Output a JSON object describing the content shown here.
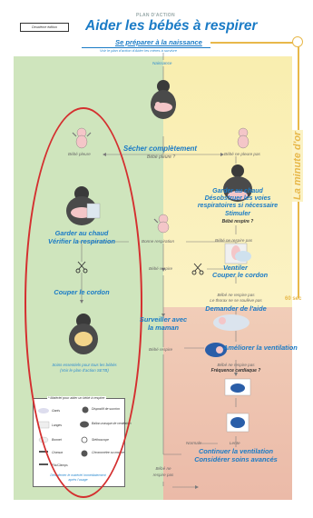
{
  "header": {
    "edition": "Deuxième édition",
    "plan_label": "PLAN D'ACTION",
    "title": "Aider les bébés à respirer"
  },
  "top": {
    "prepare": "Se préparer à la naissance",
    "see_plan": "Voir le plan d'action d'Aider les mères à survivre",
    "naissance": "Naissance"
  },
  "steps": {
    "secher": "Sécher complètement",
    "bebe_pleure_q": "Bébé pleure ?",
    "bebe_pleure": "Bébé pleure",
    "bebe_ne_pleure_pas": "Bébé ne pleure pas",
    "garder1_l1": "Garder au chaud",
    "garder1_l2": "Désobstruer les voies",
    "garder1_l3": "respiratoires si nécessaire",
    "garder1_l4": "Stimuler",
    "bebe_respire_q": "Bébé respire ?",
    "garder2_l1": "Garder au chaud",
    "garder2_l2": "Vérifier la respiration",
    "bonne_respiration": "Bonne respiration",
    "bebe_ne_respire_pas": "Bébé ne respire pas",
    "couper": "Couper le cordon",
    "bebe_respire": "Bébé respire",
    "ventiler_l1": "Ventiler",
    "ventiler_l2": "Couper le cordon",
    "thorax_l1": "Bébé ne respire pas",
    "thorax_l2": "Le thorax ne se soulève pas",
    "demander": "Demander de l'aide",
    "surveiller_l1": "Surveiller avec",
    "surveiller_l2": "la maman",
    "soins_l1": "Soins essentiels pour tous les bébés",
    "soins_l2": "(Voir le plan d'action SETB)",
    "bebe_respire2": "Bébé respire",
    "ameliorer": "Améliorer la ventilation",
    "bebe_ne_respire_pas2": "Bébé ne respire pas",
    "freq": "Fréquence cardiaque ?",
    "normale": "Normale",
    "lente": "Lente",
    "bebe_ne_respire_pas3_l1": "Bébé ne",
    "bebe_ne_respire_pas3_l2": "respire pas",
    "continuer_l1": "Continuer la ventilation",
    "continuer_l2": "Considérer soins avancés"
  },
  "timeline": {
    "label": "La minute d'or",
    "sixty": "60 sec"
  },
  "kit": {
    "title": "* Matériel pour aider un bébé à respirer",
    "items": [
      "Gants",
      "Dispositif de succion",
      "Langes",
      "Ballon-masque de ventilation",
      "Bonnet",
      "Stéthoscope",
      "Ciseaux",
      "Chronomètre ou montre",
      "Fils/Clamps"
    ],
    "footer_l1": "Désinfecter le matériel immédiatement",
    "footer_l2": "après l'usage"
  },
  "colors": {
    "green": "#cfe5bd",
    "yellow": "#fbf2bd",
    "red": "#eec3b4",
    "blue": "#1a7bc6",
    "gold": "#e8b84a",
    "circle": "#d42f2f"
  }
}
